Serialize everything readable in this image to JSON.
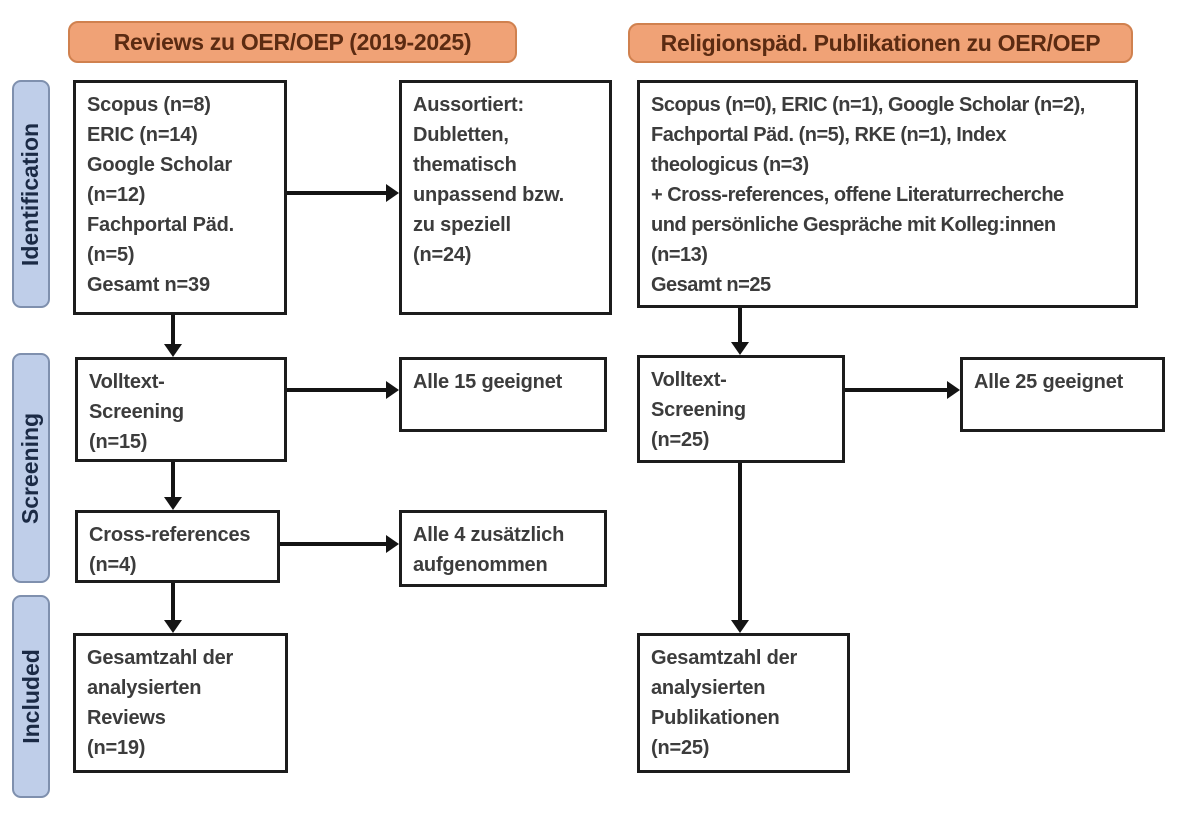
{
  "colors": {
    "header_fill": "#F0A276",
    "header_border": "#D0814F",
    "header_text": "#5B2B12",
    "stage_fill": "#BFCEE9",
    "stage_border": "#7F90AE",
    "stage_text": "#1B2A45",
    "box_border": "#1C1C1C",
    "box_text": "#3C3C3C",
    "arrow": "#141414"
  },
  "column_headers": {
    "left": "Reviews zu OER/OEP (2019-2025)",
    "right": "Religionspäd. Publikationen zu OER/OEP"
  },
  "stages": [
    {
      "label": "Identification"
    },
    {
      "label": "Screening"
    },
    {
      "label": "Included"
    }
  ],
  "left_flow": {
    "sources": "Scopus (n=8)\nERIC (n=14)\nGoogle Scholar\n(n=12)\nFachportal Päd.\n(n=5)\nGesamt n=39",
    "excluded": "Aussortiert:\nDubletten,\nthematisch\nunpassend bzw.\nzu speziell\n(n=24)",
    "fulltext": "Volltext-\nScreening\n(n=15)",
    "fulltext_result": "Alle 15 geeignet",
    "crossref": "Cross-references\n(n=4)",
    "crossref_result": "Alle 4 zusätzlich\naufgenommen",
    "included": "Gesamtzahl der\nanalysierten\nReviews\n(n=19)"
  },
  "right_flow": {
    "sources": "Scopus (n=0), ERIC (n=1), Google Scholar (n=2),\nFachportal Päd. (n=5), RKE (n=1), Index\ntheologicus (n=3)\n+ Cross-references, offene Literaturrecherche\nund persönliche Gespräche mit Kolleg:innen\n(n=13)\nGesamt n=25",
    "fulltext": "Volltext-\nScreening\n(n=25)",
    "fulltext_result": "Alle 25 geeignet",
    "included": "Gesamtzahl der\nanalysierten\nPublikationen\n(n=25)"
  }
}
